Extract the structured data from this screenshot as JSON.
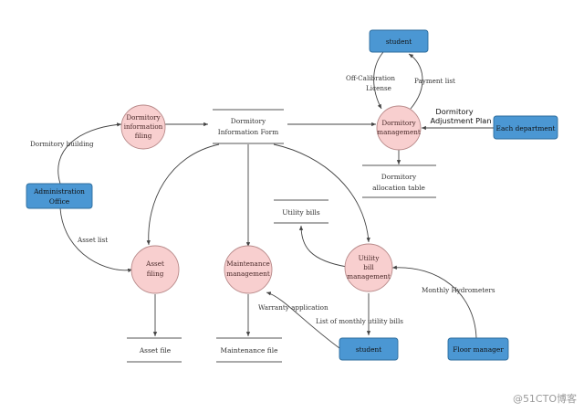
{
  "colors": {
    "entity_fill": "#4b97d3",
    "process_fill": "#f8cfcf",
    "line": "#444444"
  },
  "entities": {
    "student_top": "student",
    "each_department": "Each department",
    "administration_office": [
      "Administration",
      "Office"
    ],
    "student_bottom": "student",
    "floor_manager": "Floor manager"
  },
  "processes": {
    "dormitory_information_filing": [
      "Dormitory",
      "information",
      "filing"
    ],
    "dormitory_management": [
      "Dormitory",
      "management"
    ],
    "asset_filing": [
      "Asset",
      "filing"
    ],
    "maintenance_management": [
      "Maintenance",
      "management"
    ],
    "utility_bill_management": [
      "Utility",
      "bill",
      "management"
    ]
  },
  "data_stores": {
    "dormitory_information_form": [
      "Dormitory",
      "Information Form"
    ],
    "dormitory_allocation_table": [
      "Dormitory",
      "allocation table"
    ],
    "utility_bills": "Utility bills",
    "asset_file": "Asset file",
    "maintenance_file": "Maintenance file"
  },
  "flows": {
    "off_calibration_license": [
      "Off-Calibration",
      "License"
    ],
    "payment_list": "Payment list",
    "dormitory_adjustment_plan": [
      "Dormitory",
      "Adjustment Plan"
    ],
    "dormitory_building": "Dormitory building",
    "asset_list": "Asset list",
    "warranty_application": "Warranty application",
    "list_of_monthly_utility_bills": "List of monthly utility bills",
    "monthly_hydrometers": "Monthly Hydrometers"
  },
  "watermark": "@51CTO博客"
}
